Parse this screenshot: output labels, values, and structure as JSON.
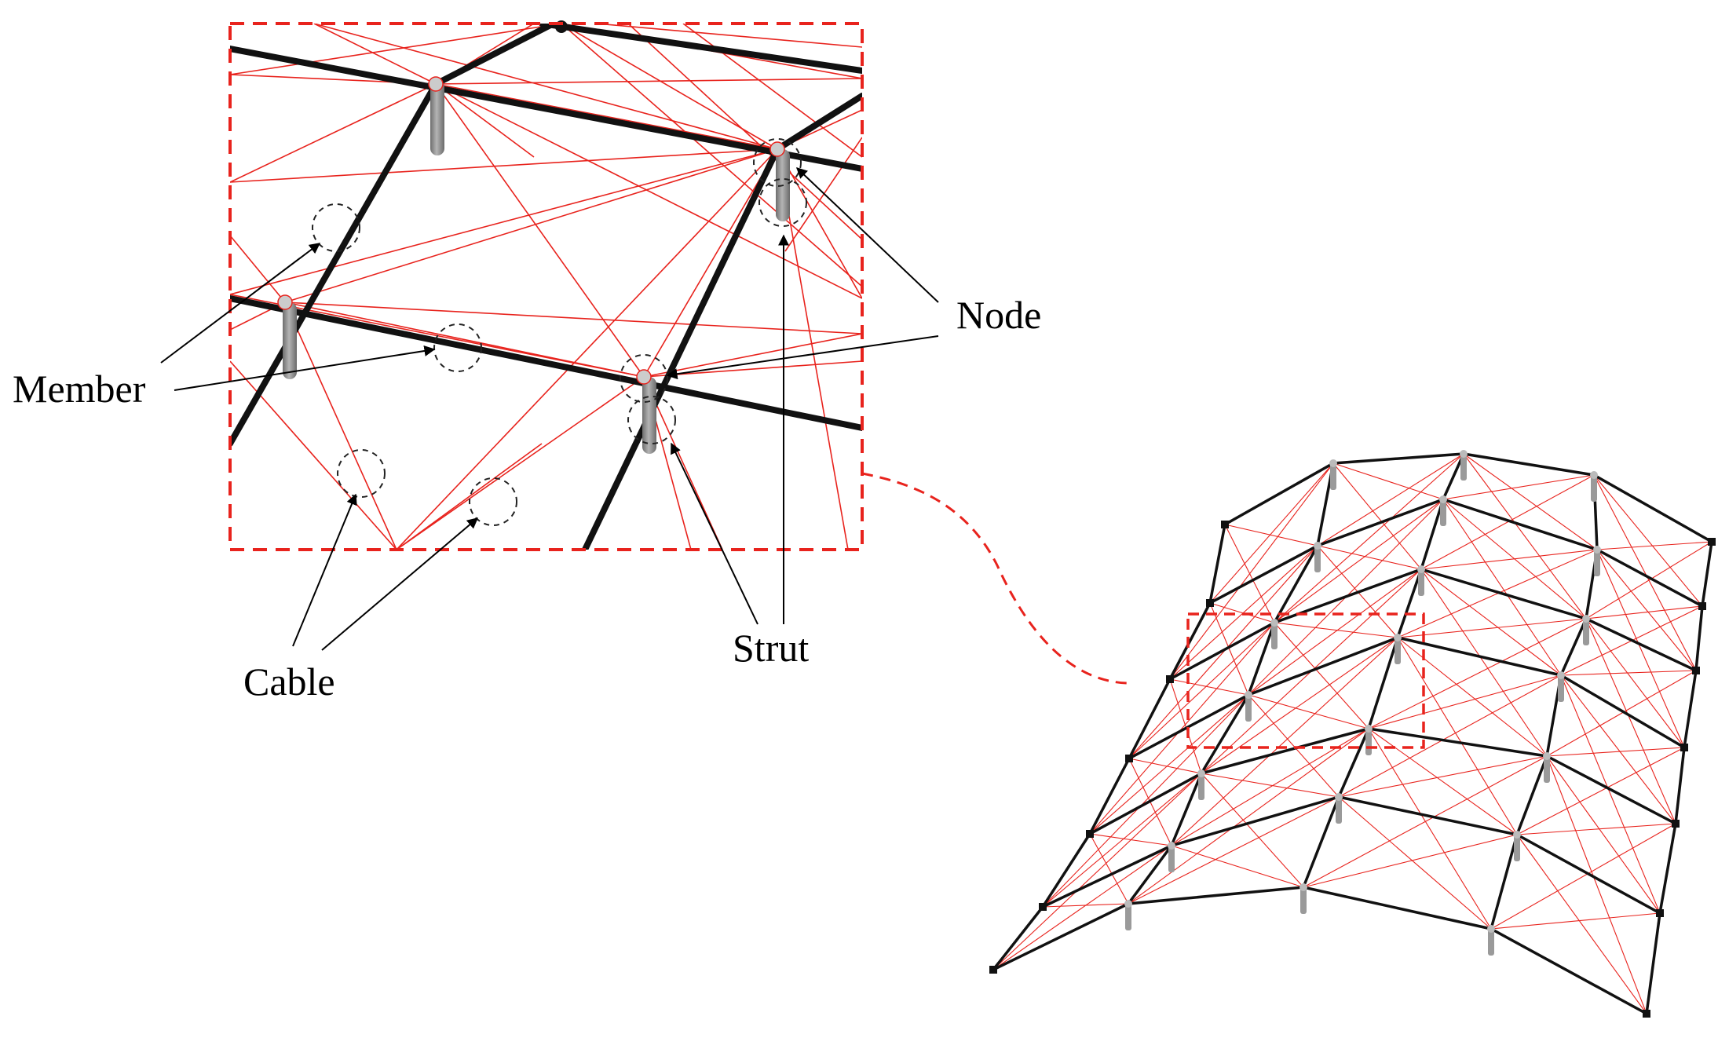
{
  "labels": {
    "member": "Member",
    "node": "Node",
    "cable": "Cable",
    "strut": "Strut"
  },
  "colors": {
    "member": "#111111",
    "cable": "#e8231d",
    "strut": "#8c8c8c",
    "callout_circle": "#222222",
    "detail_box": "#e8231d"
  },
  "icons": {
    "callout": "dashed-circle",
    "arrow": "black-arrowhead",
    "strut": "grey-cylinder"
  }
}
